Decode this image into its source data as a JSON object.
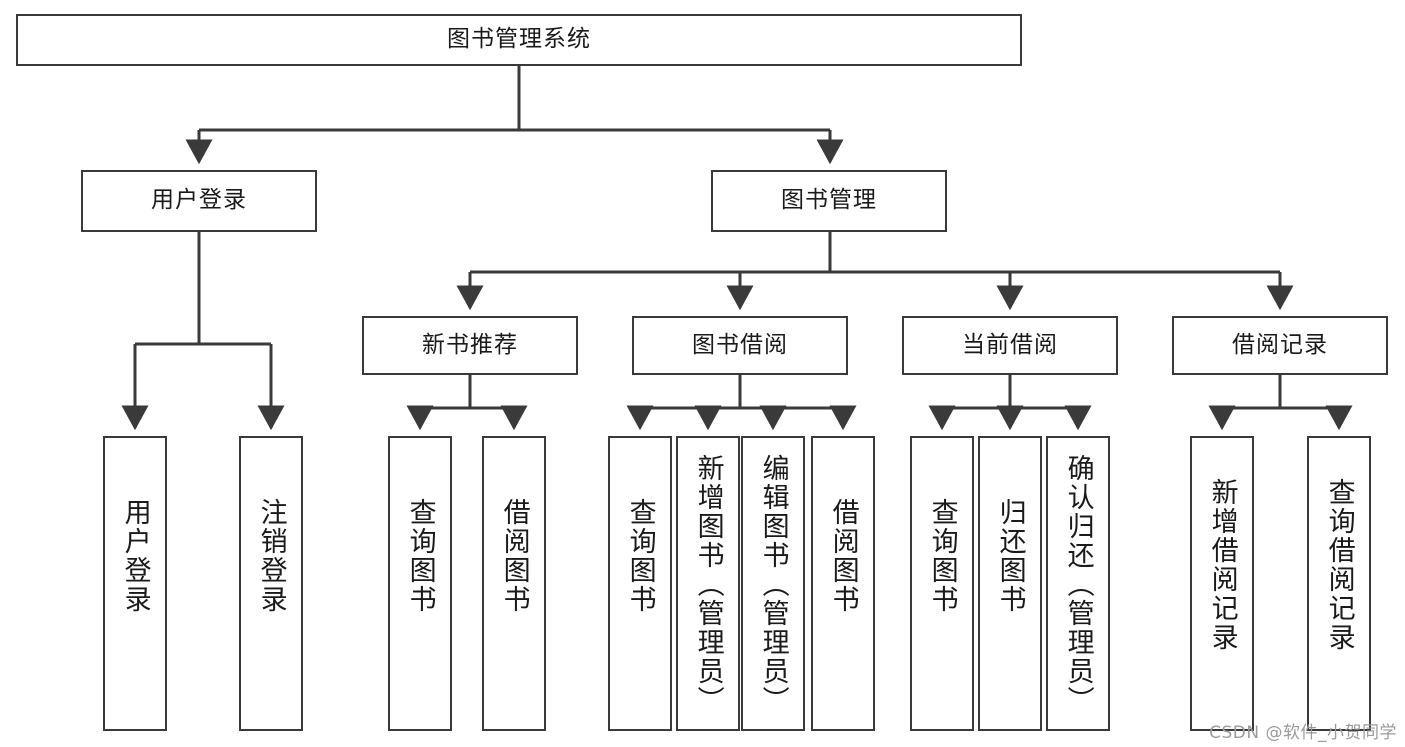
{
  "diagram": {
    "title": "图书管理系统",
    "type": "tree-hierarchy",
    "orientation": "top-down",
    "line_color": "#3a3a3a",
    "background_color": "#ffffff",
    "text_color": "#1a1a1a"
  },
  "nodes": {
    "root": {
      "label": "图书管理系统",
      "level": 1
    },
    "l2": [
      {
        "label": "用户登录",
        "level": 2
      },
      {
        "label": "图书管理",
        "level": 2
      }
    ],
    "l3": [
      {
        "label": "新书推荐",
        "level": 3
      },
      {
        "label": "图书借阅",
        "level": 3
      },
      {
        "label": "当前借阅",
        "level": 3
      },
      {
        "label": "借阅记录",
        "level": 3
      }
    ],
    "leaves": {
      "user_login": [
        {
          "label": "用户登录"
        },
        {
          "label": "注销登录"
        }
      ],
      "new_book_recommend": [
        {
          "label": "查询图书"
        },
        {
          "label": "借阅图书"
        }
      ],
      "book_borrow": [
        {
          "label": "查询图书"
        },
        {
          "label": "新增图书（管理员）"
        },
        {
          "label": "编辑图书（管理员）"
        },
        {
          "label": "借阅图书"
        }
      ],
      "current_borrow": [
        {
          "label": "查询图书"
        },
        {
          "label": "归还图书"
        },
        {
          "label": "确认归还（管理员）"
        }
      ],
      "borrow_record": [
        {
          "label": "新增借阅记录"
        },
        {
          "label": "查询借阅记录"
        }
      ]
    }
  },
  "watermark": {
    "text": "CSDN @软件_小贺同学"
  }
}
